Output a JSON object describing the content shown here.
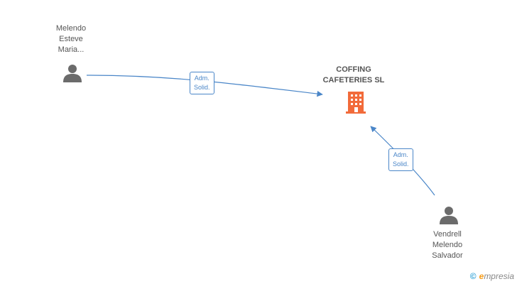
{
  "company": {
    "name_line1": "COFFING",
    "name_line2": "CAFETERIES SL",
    "icon": "building-icon",
    "color": "#f26b3a"
  },
  "persons": [
    {
      "name_lines": [
        "Melendo",
        "Esteve",
        "Maria..."
      ],
      "icon": "person-icon"
    },
    {
      "name_lines": [
        "Vendrell",
        "Melendo",
        "Salvador"
      ],
      "icon": "person-icon"
    }
  ],
  "edges": [
    {
      "label_line1": "Adm.",
      "label_line2": "Solid."
    },
    {
      "label_line1": "Adm.",
      "label_line2": "Solid."
    }
  ],
  "footer": {
    "copyright": "©",
    "brand_e": "e",
    "brand_rest": "mpresia"
  },
  "colors": {
    "edge": "#4a86c8",
    "person": "#6b6b6b"
  }
}
